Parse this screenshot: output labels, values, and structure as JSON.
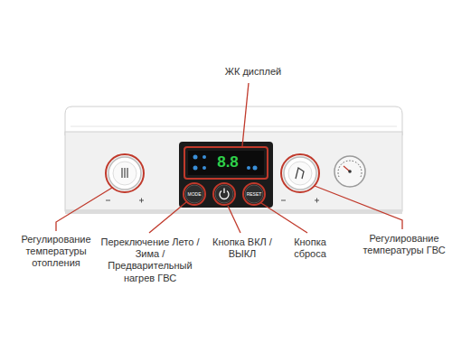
{
  "diagram": {
    "labels": [
      "ЖК дисплей",
      "8.8",
      "MODE",
      "RESET",
      "Регулирование температуры отопления",
      "Переключение Лето / Зима / Предварительный нагрев ГВС",
      "Кнопка ВКЛ / ВЫКЛ",
      "Кнопка сброса",
      "Регулирование температуры ГВС"
    ]
  }
}
